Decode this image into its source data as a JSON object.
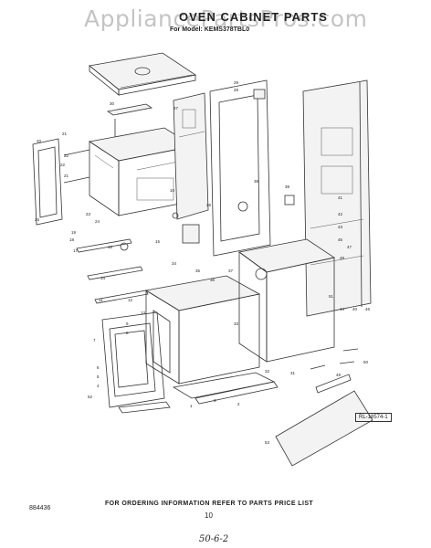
{
  "watermark": "AppliancePartsPros.com",
  "title": "OVEN CABINET PARTS",
  "model_line": "For Model: KEMS378TBL0",
  "footer_note": "FOR ORDERING INFORMATION REFER TO PARTS PRICE LIST",
  "page_number": "10",
  "document_number": "884436",
  "handwritten_note": "50-6-2",
  "ref_box_label": "RL-18574-1",
  "callouts": [
    "30",
    "21",
    "22",
    "22",
    "21",
    "25",
    "20",
    "23",
    "24",
    "19",
    "18",
    "17",
    "16",
    "14",
    "11",
    "12",
    "13",
    "9",
    "8",
    "7",
    "6",
    "5",
    "4",
    "3",
    "2",
    "1",
    "52",
    "41",
    "42",
    "43",
    "45",
    "47",
    "48",
    "51",
    "37",
    "36",
    "35",
    "34",
    "33",
    "32",
    "31",
    "29",
    "28",
    "27",
    "26",
    "10",
    "15",
    "38",
    "39",
    "40",
    "44",
    "46",
    "50",
    "49",
    "53"
  ]
}
